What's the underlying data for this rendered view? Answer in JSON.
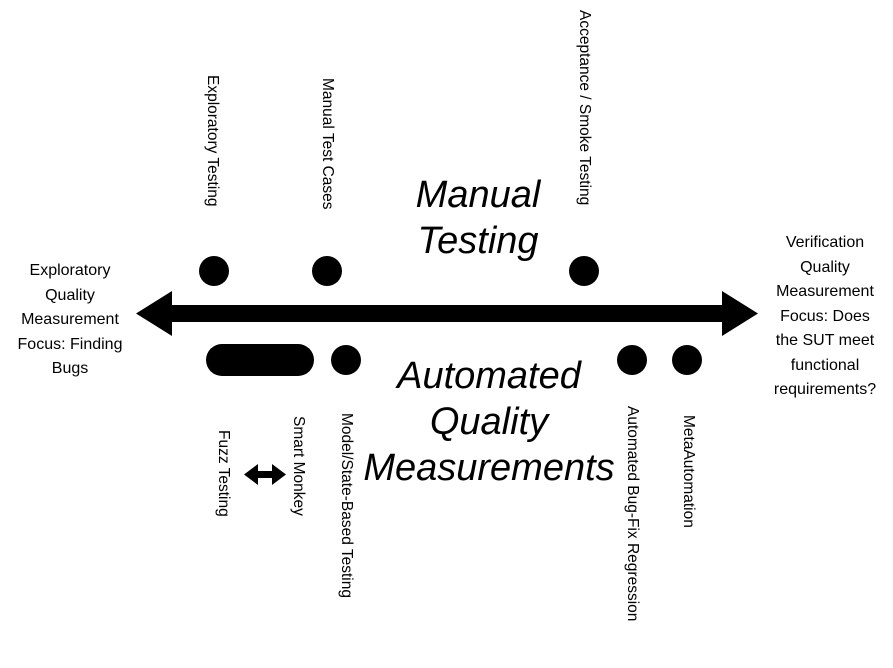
{
  "left_end": {
    "lines": [
      "Exploratory",
      "Quality",
      "Measurement",
      "Focus: Finding",
      "Bugs"
    ]
  },
  "right_end": {
    "lines": [
      "Verification",
      "Quality",
      "Measurement",
      "Focus: Does",
      "the SUT meet",
      "functional",
      "requirements?"
    ]
  },
  "manual": {
    "title_lines": [
      "Manual",
      "Testing"
    ],
    "items": [
      "Exploratory Testing",
      "Manual Test Cases",
      "Acceptance / Smoke Testing"
    ]
  },
  "automated": {
    "title_lines": [
      "Automated",
      "Quality",
      "Measurements"
    ],
    "items": [
      "Fuzz Testing",
      "Smart Monkey",
      "Model/State-Based Testing",
      "Automated Bug-Fix Regression",
      "MetaAutomation"
    ]
  },
  "colors": {
    "foreground": "#000000",
    "background": "#ffffff"
  }
}
